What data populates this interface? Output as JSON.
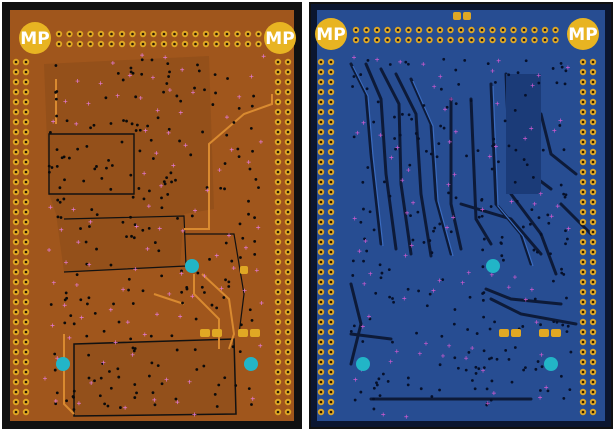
{
  "boards": [
    {
      "id": "top",
      "name": "top-copper-layer",
      "substrate": "#111111",
      "copper_fill": "#a0561c",
      "trace_color": "#c97a2a",
      "pad_color": "#e0a824",
      "via_color": "#000000",
      "silk_color": "#e57ad8",
      "mounting_hole_color": "#22b5c7",
      "logo_text": "MP"
    },
    {
      "id": "bottom",
      "name": "bottom-copper-layer",
      "substrate": "#0b1630",
      "copper_fill": "#274d92",
      "trace_color": "#0d1a38",
      "pad_color": "#e0a824",
      "via_color": "#000000",
      "silk_color": "#d05ad0",
      "mounting_hole_color": "#22b5c7",
      "logo_text": "MP"
    }
  ]
}
